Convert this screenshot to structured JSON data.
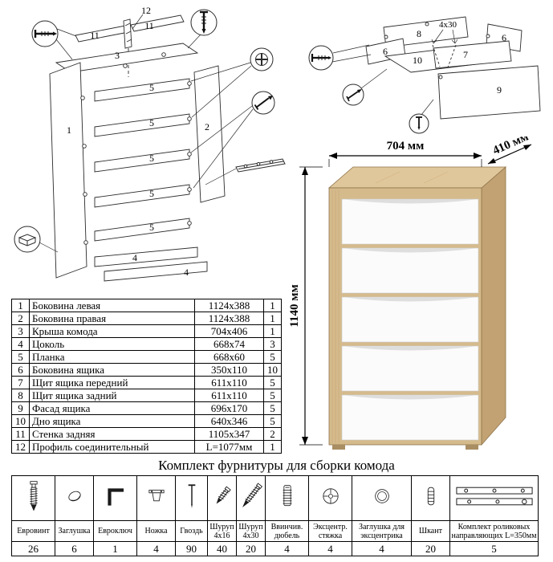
{
  "title": "Комплект фурнитуры для сборки комода",
  "dims": {
    "w": "704 мм",
    "d": "410 мм",
    "h": "1140 мм"
  },
  "left_diagram": {
    "labels": {
      "n1": "1",
      "n2": "2",
      "n3": "3",
      "n4": "4",
      "n5": "5",
      "n11": "11",
      "n12": "12"
    }
  },
  "right_diagram": {
    "labels": {
      "n6": "6",
      "n7": "7",
      "n8": "8",
      "n9": "9",
      "n10": "10",
      "screw_size": "4x30"
    }
  },
  "parts": {
    "rows": [
      {
        "num": "1",
        "name": "Боковина левая",
        "size": "1124x388",
        "qty": "1"
      },
      {
        "num": "2",
        "name": "Боковина правая",
        "size": "1124x388",
        "qty": "1"
      },
      {
        "num": "3",
        "name": "Крыша комода",
        "size": "704x406",
        "qty": "1"
      },
      {
        "num": "4",
        "name": "Цоколь",
        "size": "668x74",
        "qty": "3"
      },
      {
        "num": "5",
        "name": "Планка",
        "size": "668x60",
        "qty": "5"
      },
      {
        "num": "6",
        "name": "Боковина ящика",
        "size": "350x110",
        "qty": "10"
      },
      {
        "num": "7",
        "name": "Щит ящика передний",
        "size": "611x110",
        "qty": "5"
      },
      {
        "num": "8",
        "name": "Щит ящика задний",
        "size": "611x110",
        "qty": "5"
      },
      {
        "num": "9",
        "name": "Фасад ящика",
        "size": "696x170",
        "qty": "5"
      },
      {
        "num": "10",
        "name": "Дно ящика",
        "size": "640x346",
        "qty": "5"
      },
      {
        "num": "11",
        "name": "Стенка задняя",
        "size": "1105x347",
        "qty": "2"
      },
      {
        "num": "12",
        "name": "Профиль соединительный",
        "size": "L=1077мм",
        "qty": "1"
      }
    ]
  },
  "hw": {
    "items": [
      {
        "name": "Евровинт",
        "qty": "26",
        "icon": "euro-screw"
      },
      {
        "name": "Заглушка",
        "qty": "6",
        "icon": "cap"
      },
      {
        "name": "Евроключ",
        "qty": "1",
        "icon": "hex-key"
      },
      {
        "name": "Ножка",
        "qty": "4",
        "icon": "leg"
      },
      {
        "name": "Гвоздь",
        "qty": "90",
        "icon": "nail"
      },
      {
        "name": "Шуруп 4х16",
        "qty": "40",
        "icon": "screw-small"
      },
      {
        "name": "Шуруп 4х30",
        "qty": "20",
        "icon": "screw-large"
      },
      {
        "name": "Ввинчив. дюбель",
        "qty": "4",
        "icon": "dowel-screw"
      },
      {
        "name": "Эксцентр. стяжка",
        "qty": "4",
        "icon": "cam-lock"
      },
      {
        "name": "Заглушка для эксцентрика",
        "qty": "4",
        "icon": "cam-cap"
      },
      {
        "name": "Шкант",
        "qty": "20",
        "icon": "wood-dowel"
      },
      {
        "name": "Комплект роликовых направляющих L=350мм",
        "qty": "5",
        "icon": "drawer-slides"
      }
    ]
  },
  "colors": {
    "wood": "#d5ba8c",
    "wood_dark": "#c2a273",
    "wood_light": "#e0c79b",
    "drawer": "#fbfbfb",
    "line": "#2b2b2b"
  }
}
